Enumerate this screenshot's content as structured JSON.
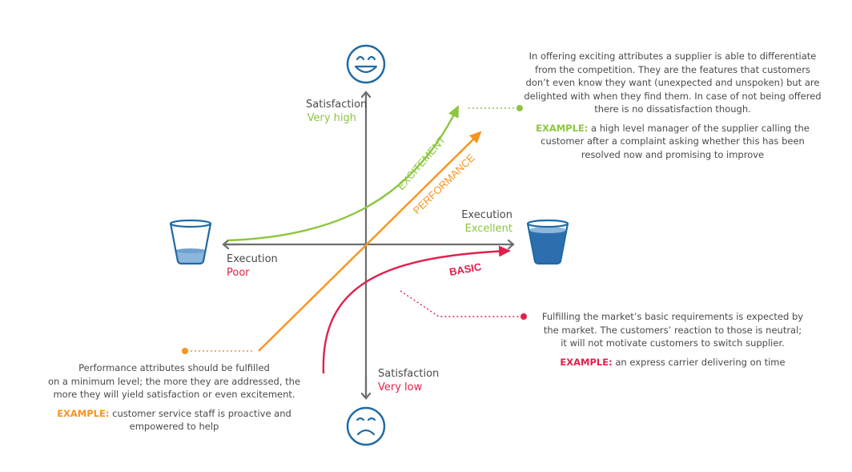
{
  "colors": {
    "axis": "#6d6d6d",
    "excitement": "#8cc63f",
    "performance": "#f7941d",
    "basic": "#e0214b",
    "icon": "#1f6aa5",
    "water_low": "#8cb6dc",
    "water_high": "#2d6fae",
    "text": "#4a4a4a"
  },
  "axes": {
    "top": {
      "title": "Satisfaction",
      "value": "Very high"
    },
    "bottom": {
      "title": "Satisfaction",
      "value": "Very low"
    },
    "left": {
      "title": "Execution",
      "value": "Poor"
    },
    "right": {
      "title": "Execution",
      "value": "Excellent"
    }
  },
  "icons": {
    "top": "happy-face-icon",
    "bottom": "sad-face-icon",
    "left": "glass-nearly-empty-icon",
    "right": "glass-full-icon"
  },
  "curves": {
    "excitement": "EXCITEMENT",
    "performance": "PERFORMANCE",
    "basic": "BASIC"
  },
  "notes": {
    "excitement": {
      "lines": [
        "In offering exciting attributes a supplier is able to differentiate",
        "from the competition. They are the features that customers",
        "don’t even know they want (unexpected and unspoken) but are",
        "delighted with when they find them. In case of not being offered",
        "there is no dissatisfaction though."
      ],
      "example_label": "EXAMPLE:",
      "example_lines": [
        "a high level manager of the supplier calling the",
        "customer after a complaint asking whether this has been",
        "resolved now and promising to improve"
      ]
    },
    "basic": {
      "lines": [
        "Fulfilling the market’s basic requirements is expected by",
        "the market. The customers’ reaction to those is neutral;",
        "it will not motivate customers to switch supplier."
      ],
      "example_label": "EXAMPLE:",
      "example_lines": [
        "an express carrier delivering on time"
      ]
    },
    "performance": {
      "lines": [
        "Performance attributes should be fulfilled",
        "on a minimum level; the more they are addressed, the",
        "more they will yield satisfaction or even excitement."
      ],
      "example_label": "EXAMPLE:",
      "example_lines": [
        "customer service staff is proactive and",
        "empowered to help"
      ]
    }
  }
}
